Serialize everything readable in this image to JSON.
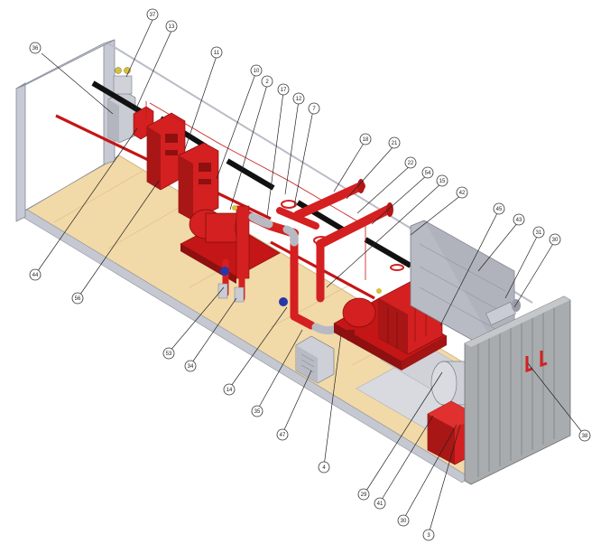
{
  "diagram": {
    "callouts": [
      {
        "label": "37"
      },
      {
        "label": "13"
      },
      {
        "label": "36"
      },
      {
        "label": "11"
      },
      {
        "label": "10"
      },
      {
        "label": "2"
      },
      {
        "label": "17"
      },
      {
        "label": "12"
      },
      {
        "label": "7"
      },
      {
        "label": "18"
      },
      {
        "label": "21"
      },
      {
        "label": "22"
      },
      {
        "label": "54"
      },
      {
        "label": "15"
      },
      {
        "label": "42"
      },
      {
        "label": "45"
      },
      {
        "label": "43"
      },
      {
        "label": "31"
      },
      {
        "label": "30"
      },
      {
        "label": "44"
      },
      {
        "label": "56"
      },
      {
        "label": "53"
      },
      {
        "label": "34"
      },
      {
        "label": "14"
      },
      {
        "label": "35"
      },
      {
        "label": "47"
      },
      {
        "label": "4"
      },
      {
        "label": "29"
      },
      {
        "label": "41"
      },
      {
        "label": "30"
      },
      {
        "label": "3"
      },
      {
        "label": "38"
      }
    ],
    "colors": {
      "equipment_red": "#d42020",
      "equipment_dark_red": "#8e1010",
      "floor": "#f2d9a8",
      "container_grey": "#b9bcc6",
      "door_grey": "#a9acae",
      "light_bar": "#111111",
      "valve_blue": "#2638a8"
    }
  }
}
